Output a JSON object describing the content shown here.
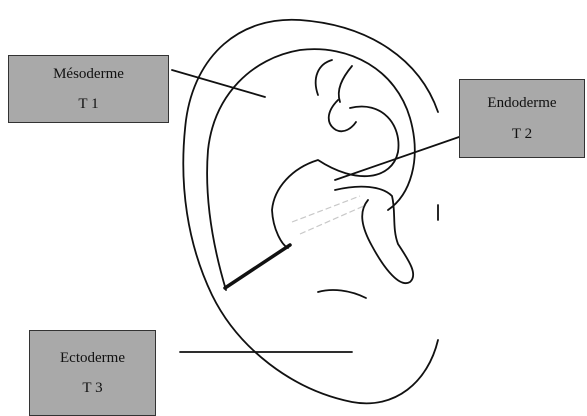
{
  "labels": {
    "mesoderme": {
      "name": "Mésoderme",
      "code": "T 1"
    },
    "endoderme": {
      "name": "Endoderme",
      "code": "T 2"
    },
    "ectoderme": {
      "name": "Ectoderme",
      "code": "T 3"
    }
  },
  "colors": {
    "box_fill": "#a9a9a9",
    "box_border": "#333333",
    "line": "#111111",
    "faint_line": "#c8c8c8"
  }
}
